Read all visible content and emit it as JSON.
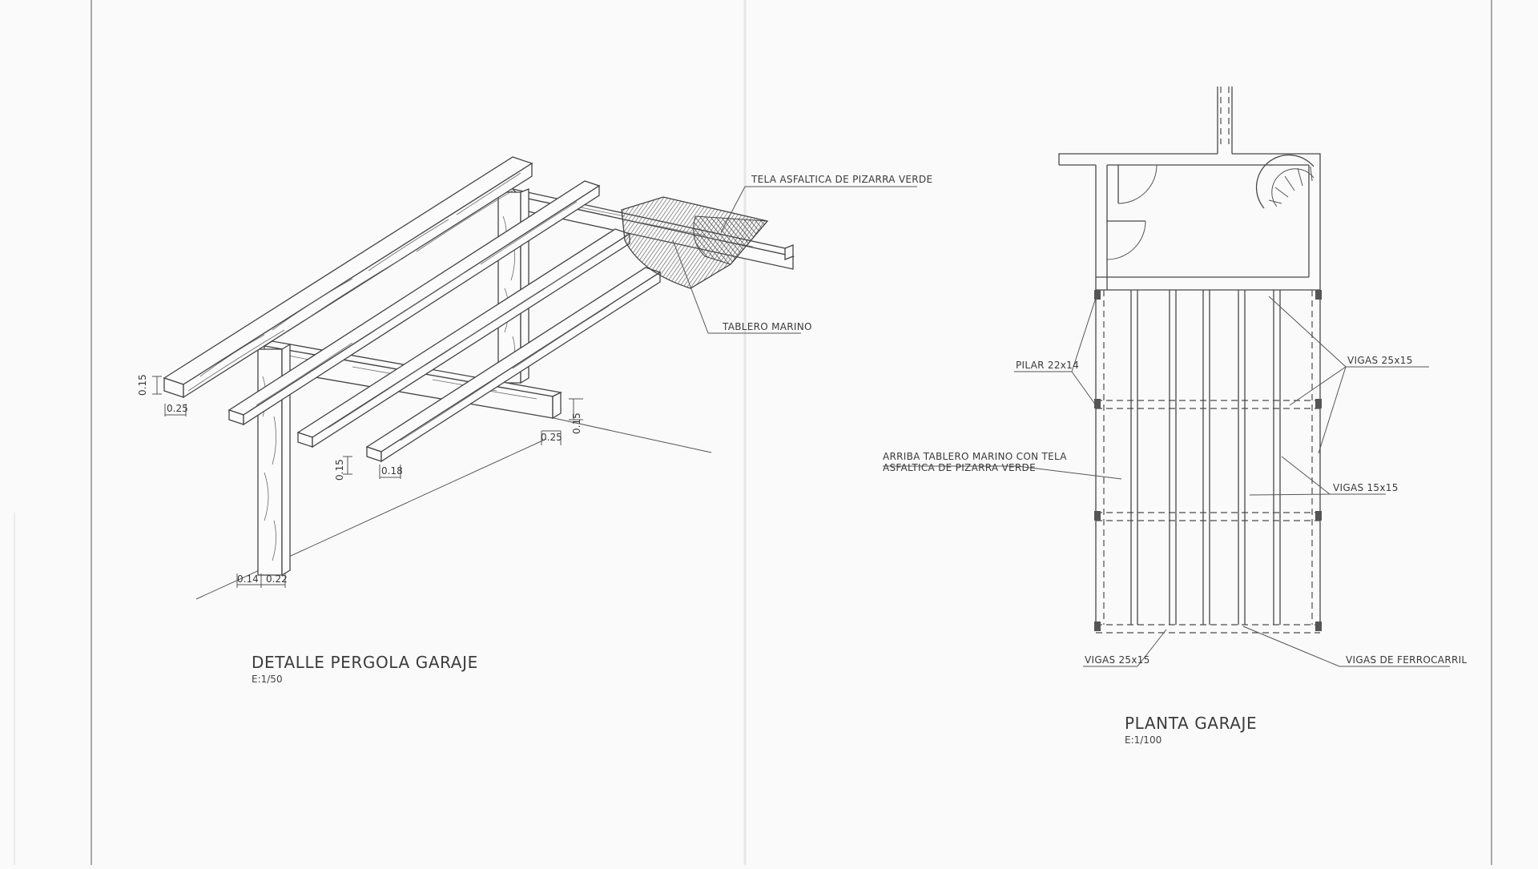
{
  "pergola_detail": {
    "title": "DETALLE PERGOLA GARAJE",
    "scale": "E:1/50",
    "labels": {
      "felt": "TELA ASFALTICA DE PIZARRA VERDE",
      "board": "TABLERO MARINO"
    },
    "dimensions": {
      "beam_h": "0.15",
      "beam_w": "0.25",
      "joist_h": "0.15",
      "joist_w": "0.18",
      "cross_w": "0.25",
      "cross_h": "0.15",
      "post_a": "0.14",
      "post_b": "0.22"
    }
  },
  "garage_plan": {
    "title": "PLANTA GARAJE",
    "scale": "E:1/100",
    "labels": {
      "pillar": "PILAR 22x14",
      "beams_top": "VIGAS 25x15",
      "roof_note_line1": "ARRIBA TABLERO MARINO CON TELA",
      "roof_note_line2": "ASFALTICA DE PIZARRA VERDE",
      "joists": "VIGAS 15x15",
      "beams_bottom": "VIGAS 25x15",
      "rail_beams": "VIGAS DE FERROCARRIL"
    }
  }
}
